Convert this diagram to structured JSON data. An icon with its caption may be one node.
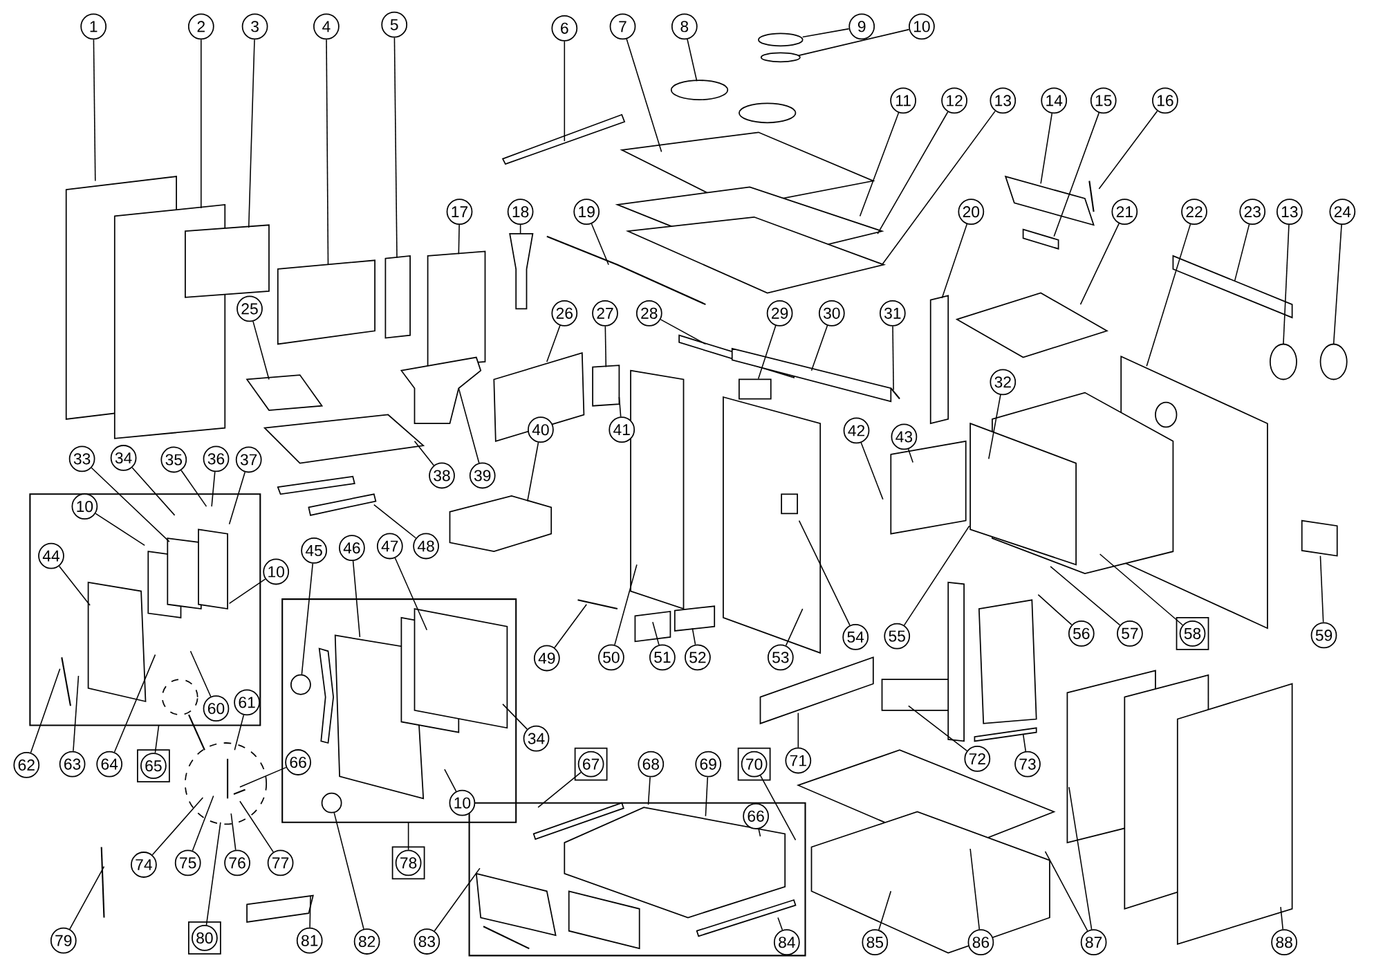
{
  "diagram": {
    "nodes": [
      {
        "text": [
          "1"
        ]
      },
      {
        "text": [
          "2"
        ]
      },
      {
        "text": [
          "3"
        ]
      },
      {
        "text": [
          "4"
        ]
      },
      {
        "text": [
          "5"
        ]
      },
      {
        "text": [
          "6"
        ]
      },
      {
        "text": [
          "7"
        ]
      },
      {
        "text": [
          "8"
        ]
      },
      {
        "text": [
          "9"
        ]
      },
      {
        "text": [
          "10"
        ]
      },
      {
        "text": [
          "11"
        ]
      },
      {
        "text": [
          "12"
        ]
      },
      {
        "text": [
          "13"
        ]
      },
      {
        "text": [
          "14"
        ]
      },
      {
        "text": [
          "15"
        ]
      },
      {
        "text": [
          "16"
        ]
      },
      {
        "text": [
          "17"
        ]
      },
      {
        "text": [
          "18"
        ]
      },
      {
        "text": [
          "19"
        ]
      },
      {
        "text": [
          "20"
        ]
      },
      {
        "text": [
          "21"
        ]
      },
      {
        "text": [
          "22"
        ]
      },
      {
        "text": [
          "23"
        ]
      },
      {
        "text": [
          "13"
        ]
      },
      {
        "text": [
          "24"
        ]
      },
      {
        "text": [
          "25"
        ]
      },
      {
        "text": [
          "26"
        ]
      },
      {
        "text": [
          "27"
        ]
      },
      {
        "text": [
          "28"
        ]
      },
      {
        "text": [
          "29"
        ]
      },
      {
        "text": [
          "30"
        ]
      },
      {
        "text": [
          "31"
        ]
      },
      {
        "text": [
          "32"
        ]
      },
      {
        "text": [
          "40"
        ]
      },
      {
        "text": [
          "41"
        ]
      },
      {
        "text": [
          "42"
        ]
      },
      {
        "text": [
          "43"
        ]
      },
      {
        "text": [
          "33"
        ]
      },
      {
        "text": [
          "34"
        ]
      },
      {
        "text": [
          "35"
        ]
      },
      {
        "text": [
          "36"
        ]
      },
      {
        "text": [
          "37"
        ]
      },
      {
        "text": [
          "38"
        ]
      },
      {
        "text": [
          "39"
        ]
      },
      {
        "text": [
          "10"
        ]
      },
      {
        "text": [
          "44"
        ]
      },
      {
        "text": [
          "45"
        ]
      },
      {
        "text": [
          "46"
        ]
      },
      {
        "text": [
          "47"
        ]
      },
      {
        "text": [
          "48"
        ]
      },
      {
        "text": [
          "10"
        ]
      },
      {
        "text": [
          "60"
        ]
      },
      {
        "text": [
          "49"
        ]
      },
      {
        "text": [
          "50"
        ]
      },
      {
        "text": [
          "51"
        ]
      },
      {
        "text": [
          "52"
        ]
      },
      {
        "text": [
          "53"
        ]
      },
      {
        "text": [
          "54"
        ]
      },
      {
        "text": [
          "55"
        ]
      },
      {
        "text": [
          "56"
        ]
      },
      {
        "text": [
          "57"
        ]
      },
      {
        "text": [
          "58"
        ]
      },
      {
        "text": [
          "59"
        ]
      },
      {
        "text": [
          "61"
        ]
      },
      {
        "text": [
          "34"
        ]
      },
      {
        "text": [
          "62"
        ]
      },
      {
        "text": [
          "63"
        ]
      },
      {
        "text": [
          "64"
        ]
      },
      {
        "text": [
          "65"
        ]
      },
      {
        "text": [
          "66"
        ]
      },
      {
        "text": [
          "67"
        ]
      },
      {
        "text": [
          "68"
        ]
      },
      {
        "text": [
          "69"
        ]
      },
      {
        "text": [
          "70"
        ]
      },
      {
        "text": [
          "71"
        ]
      },
      {
        "text": [
          "72"
        ]
      },
      {
        "text": [
          "73"
        ]
      },
      {
        "text": [
          "10"
        ]
      },
      {
        "text": [
          "66"
        ]
      },
      {
        "text": [
          "74"
        ]
      },
      {
        "text": [
          "75"
        ]
      },
      {
        "text": [
          "76"
        ]
      },
      {
        "text": [
          "77"
        ]
      },
      {
        "text": [
          "78"
        ]
      },
      {
        "text": [
          "79"
        ]
      },
      {
        "text": [
          "80"
        ]
      },
      {
        "text": [
          "81"
        ]
      },
      {
        "text": [
          "82"
        ]
      },
      {
        "text": [
          "83"
        ]
      },
      {
        "text": [
          "84"
        ]
      },
      {
        "text": [
          "85"
        ]
      },
      {
        "text": [
          "86"
        ]
      },
      {
        "text": [
          "87"
        ]
      },
      {
        "text": [
          "88"
        ]
      },
      {
        "text": [],
        "shape": "box"
      },
      {
        "text": [],
        "shape": "circle"
      },
      {
        "text": [],
        "shape": "circle"
      }
    ],
    "edges": [
      {
        "from": 0,
        "to": null,
        "arrow": "none"
      },
      {
        "from": 1,
        "to": null,
        "arrow": "none"
      },
      {
        "from": 2,
        "to": null,
        "arrow": "none"
      },
      {
        "from": 3,
        "to": null,
        "arrow": "none"
      },
      {
        "from": 4,
        "to": null,
        "arrow": "none"
      },
      {
        "from": 5,
        "to": null,
        "arrow": "none"
      },
      {
        "from": 6,
        "to": null,
        "arrow": "none"
      },
      {
        "from": 7,
        "to": null,
        "arrow": "none"
      },
      {
        "from": 8,
        "to": null,
        "arrow": "none"
      },
      {
        "from": 9,
        "to": null,
        "arrow": "none"
      },
      {
        "from": 10,
        "to": null,
        "arrow": "none"
      },
      {
        "from": 11,
        "to": null,
        "arrow": "none"
      },
      {
        "from": 12,
        "to": null,
        "arrow": "none"
      },
      {
        "from": 13,
        "to": null,
        "arrow": "none"
      },
      {
        "from": 14,
        "to": null,
        "arrow": "none"
      },
      {
        "from": 15,
        "to": null,
        "arrow": "none"
      },
      {
        "from": 16,
        "to": null,
        "arrow": "none"
      },
      {
        "from": 17,
        "to": null,
        "arrow": "none"
      },
      {
        "from": 18,
        "to": null,
        "arrow": "none"
      },
      {
        "from": 19,
        "to": null,
        "arrow": "none"
      },
      {
        "from": 20,
        "to": null,
        "arrow": "none"
      },
      {
        "from": 21,
        "to": null,
        "arrow": "none"
      },
      {
        "from": 22,
        "to": null,
        "arrow": "none"
      },
      {
        "from": 23,
        "to": null,
        "arrow": "none"
      },
      {
        "from": 24,
        "to": null,
        "arrow": "none"
      },
      {
        "from": 25,
        "to": null,
        "arrow": "none"
      },
      {
        "from": 26,
        "to": null,
        "arrow": "none"
      },
      {
        "from": 27,
        "to": null,
        "arrow": "none"
      },
      {
        "from": 28,
        "to": null,
        "arrow": "none"
      },
      {
        "from": 29,
        "to": 94,
        "arrow": "none"
      },
      {
        "from": 30,
        "to": null,
        "arrow": "none"
      },
      {
        "from": 31,
        "to": null,
        "arrow": "none"
      },
      {
        "from": 32,
        "to": null,
        "arrow": "none"
      },
      {
        "from": 33,
        "to": null,
        "arrow": "none"
      },
      {
        "from": 34,
        "to": null,
        "arrow": "none"
      },
      {
        "from": 35,
        "to": null,
        "arrow": "none"
      },
      {
        "from": 36,
        "to": null,
        "arrow": "none"
      },
      {
        "from": 37,
        "to": null,
        "arrow": "none"
      },
      {
        "from": 38,
        "to": null,
        "arrow": "none"
      },
      {
        "from": 39,
        "to": null,
        "arrow": "none"
      },
      {
        "from": 40,
        "to": null,
        "arrow": "none"
      },
      {
        "from": 41,
        "to": null,
        "arrow": "none"
      },
      {
        "from": 42,
        "to": null,
        "arrow": "none"
      },
      {
        "from": 43,
        "to": null,
        "arrow": "none"
      },
      {
        "from": 44,
        "to": null,
        "arrow": "none"
      },
      {
        "from": 45,
        "to": null,
        "arrow": "none"
      },
      {
        "from": 46,
        "to": 95,
        "arrow": "none"
      },
      {
        "from": 47,
        "to": null,
        "arrow": "none"
      },
      {
        "from": 48,
        "to": null,
        "arrow": "none"
      },
      {
        "from": 49,
        "to": null,
        "arrow": "none"
      },
      {
        "from": 50,
        "to": null,
        "arrow": "none"
      },
      {
        "from": 51,
        "to": null,
        "arrow": "none"
      },
      {
        "from": 52,
        "to": null,
        "arrow": "none"
      },
      {
        "from": 53,
        "to": null,
        "arrow": "none"
      },
      {
        "from": 54,
        "to": null,
        "arrow": "none"
      },
      {
        "from": 55,
        "to": null,
        "arrow": "none"
      },
      {
        "from": 56,
        "to": null,
        "arrow": "none"
      },
      {
        "from": 57,
        "to": null,
        "arrow": "none"
      },
      {
        "from": 58,
        "to": null,
        "arrow": "none"
      },
      {
        "from": 59,
        "to": null,
        "arrow": "none"
      },
      {
        "from": 60,
        "to": null,
        "arrow": "none"
      },
      {
        "from": 61,
        "to": null,
        "arrow": "none"
      },
      {
        "from": 62,
        "to": null,
        "arrow": "none"
      },
      {
        "from": 63,
        "to": null,
        "arrow": "none"
      },
      {
        "from": 64,
        "to": null,
        "arrow": "none"
      },
      {
        "from": 65,
        "to": null,
        "arrow": "none"
      },
      {
        "from": 66,
        "to": null,
        "arrow": "none"
      },
      {
        "from": 67,
        "to": null,
        "arrow": "none"
      },
      {
        "from": 68,
        "to": null,
        "arrow": "none"
      },
      {
        "from": 69,
        "to": null,
        "arrow": "none"
      },
      {
        "from": 70,
        "to": null,
        "arrow": "none"
      },
      {
        "from": 71,
        "to": null,
        "arrow": "none"
      },
      {
        "from": 72,
        "to": null,
        "arrow": "none"
      },
      {
        "from": 73,
        "to": null,
        "arrow": "none"
      },
      {
        "from": 74,
        "to": null,
        "arrow": "none"
      },
      {
        "from": 75,
        "to": null,
        "arrow": "none"
      },
      {
        "from": 76,
        "to": null,
        "arrow": "none"
      },
      {
        "from": 77,
        "to": null,
        "arrow": "none"
      },
      {
        "from": 78,
        "to": null,
        "arrow": "none"
      },
      {
        "from": 79,
        "to": null,
        "arrow": "none"
      },
      {
        "from": 80,
        "to": null,
        "arrow": "none"
      },
      {
        "from": 81,
        "to": null,
        "arrow": "none"
      },
      {
        "from": 82,
        "to": null,
        "arrow": "none"
      },
      {
        "from": 83,
        "to": null,
        "arrow": "none"
      },
      {
        "from": 84,
        "to": null,
        "arrow": "none"
      },
      {
        "from": 85,
        "to": null,
        "arrow": "none"
      },
      {
        "from": 86,
        "to": null,
        "arrow": "none"
      },
      {
        "from": 87,
        "to": 96,
        "arrow": "none"
      },
      {
        "from": 88,
        "to": null,
        "arrow": "none"
      },
      {
        "from": 89,
        "to": null,
        "arrow": "none"
      },
      {
        "from": 90,
        "to": null,
        "arrow": "none"
      },
      {
        "from": 91,
        "to": null,
        "arrow": "none"
      },
      {
        "from": 92,
        "to": null,
        "arrow": "none"
      },
      {
        "from": 92,
        "to": null,
        "arrow": "none"
      },
      {
        "from": 93,
        "to": null,
        "arrow": "none"
      }
    ]
  }
}
